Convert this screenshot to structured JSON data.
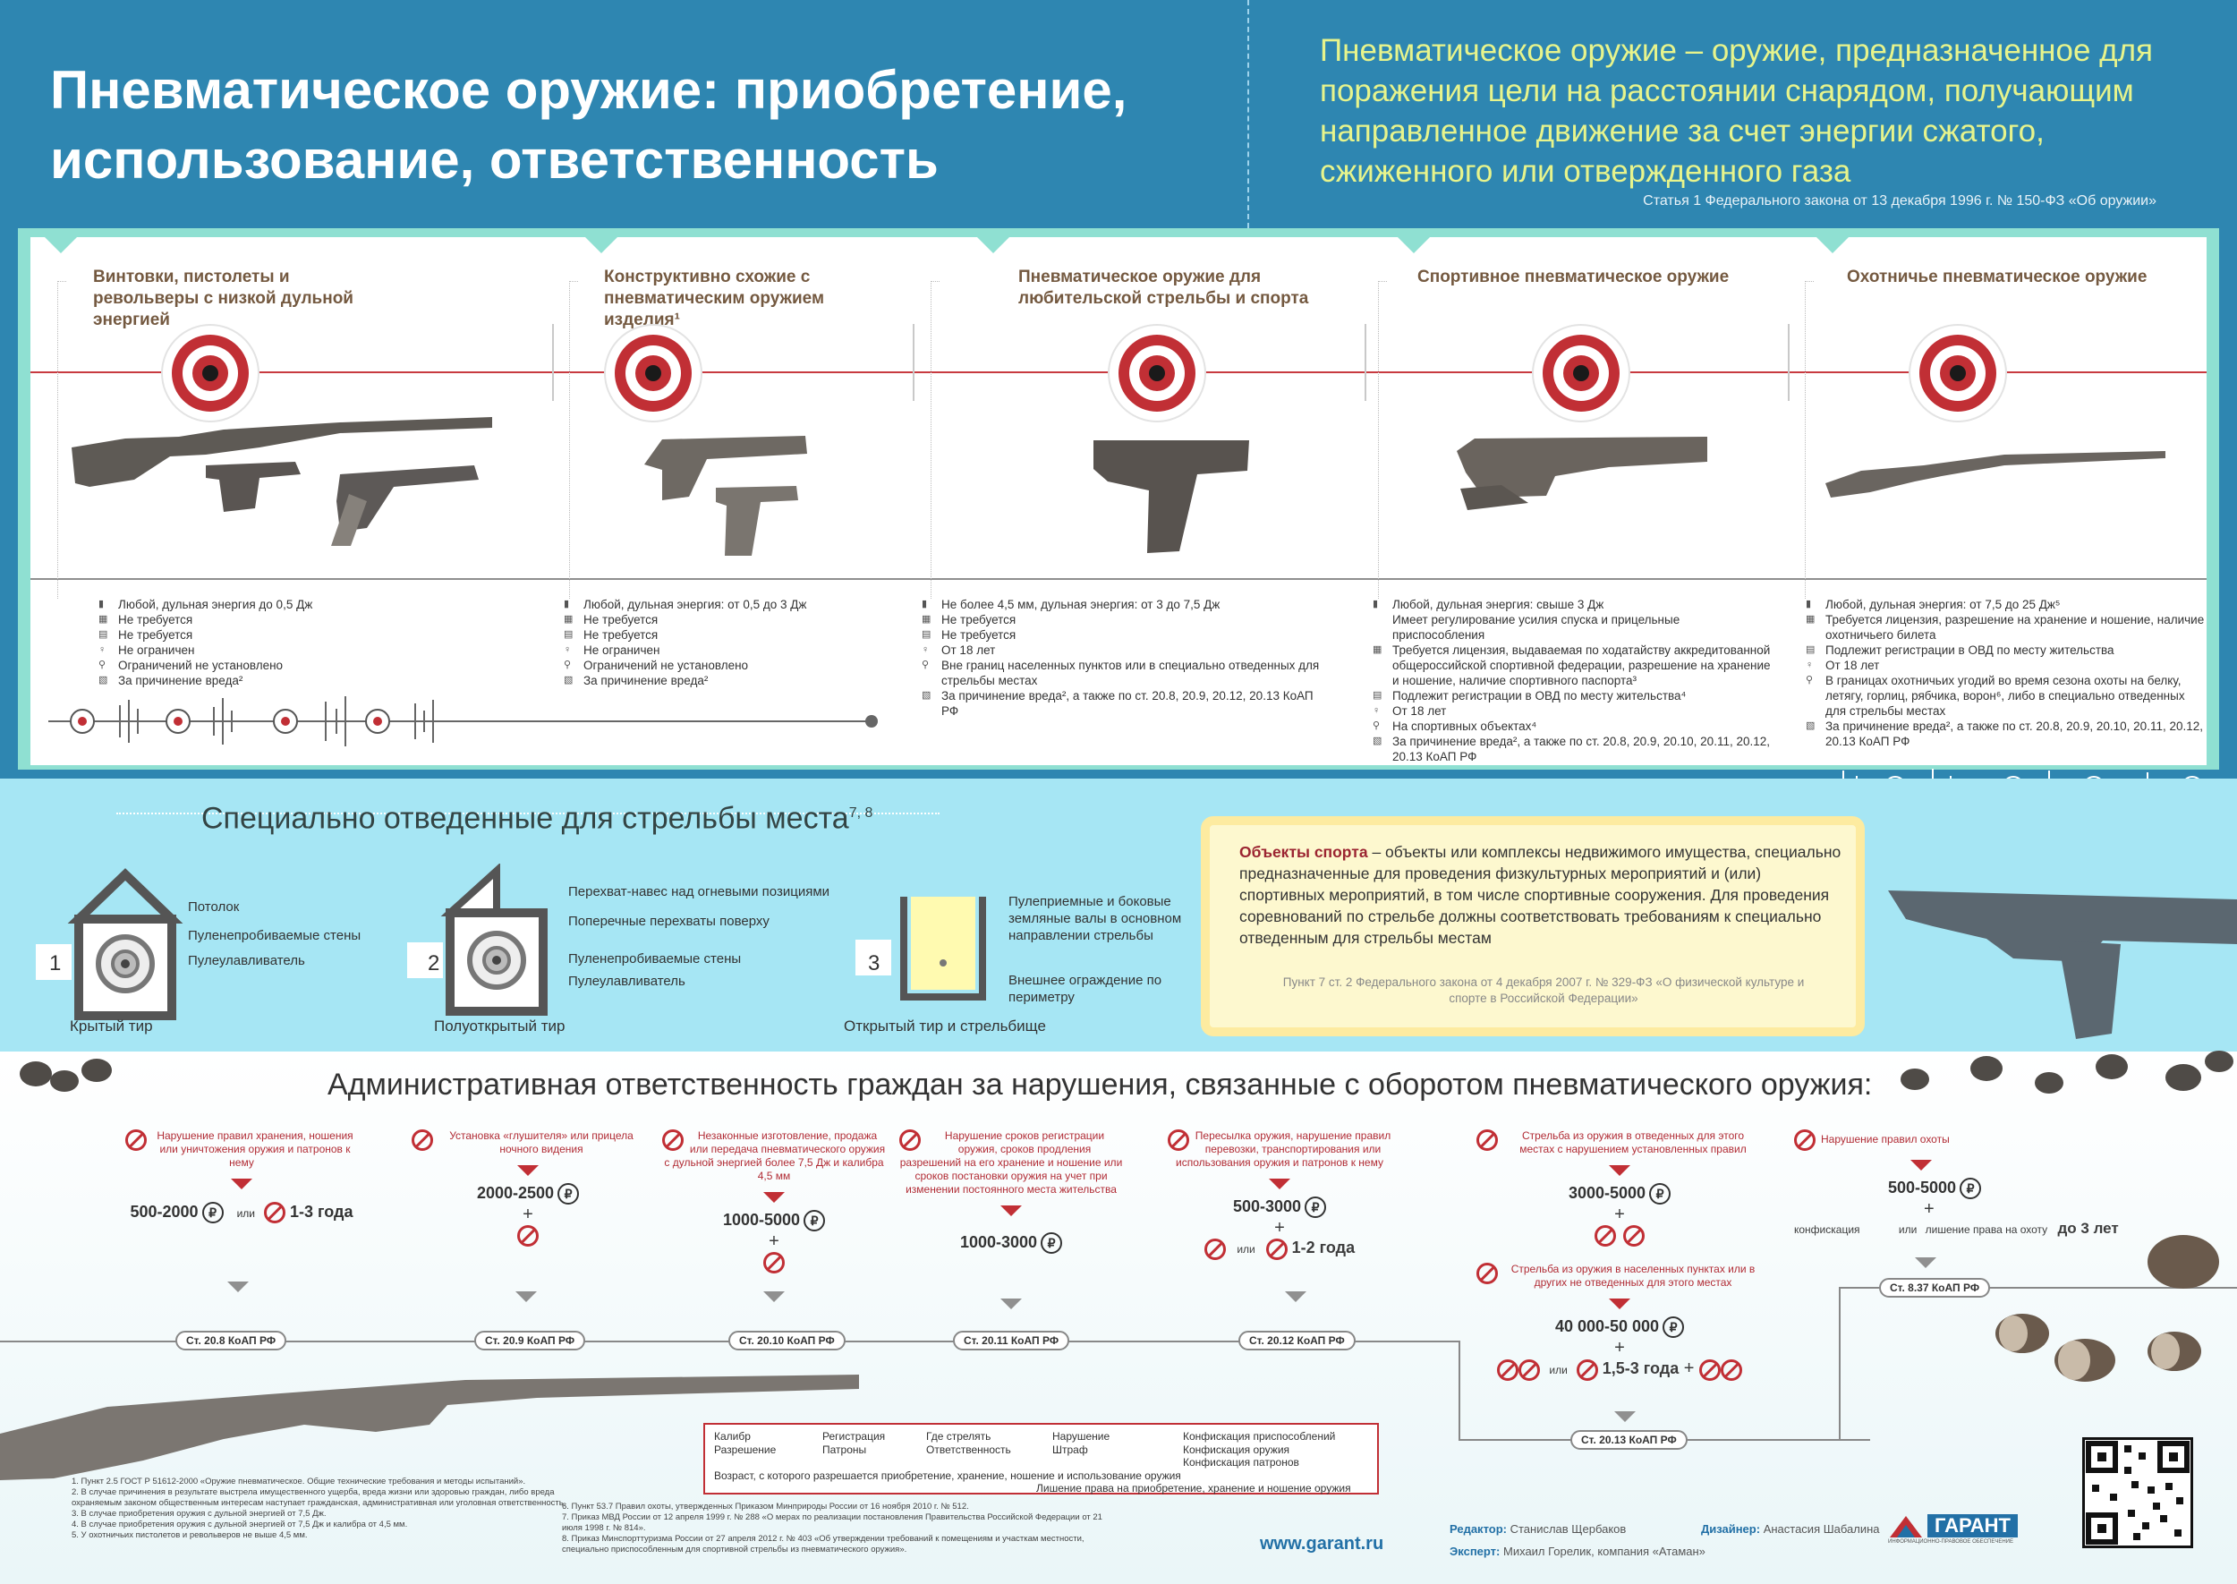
{
  "header": {
    "title": "Пневматическое оружие: приобретение, использование, ответственность",
    "definition": "Пневматическое оружие – оружие, предназначенное для поражения цели на расстоянии снарядом, получающим направленное движение за счет энергии сжатого, сжиженного или отвержденного газа",
    "source": "Статья 1 Федерального закона от 13 декабря 1996 г. № 150-ФЗ «Об оружии»"
  },
  "categories": [
    {
      "title": "Винтовки, пистолеты и револьверы с низкой дульной энергией",
      "facts": [
        "Любой, дульная энергия до 0,5 Дж",
        "Не требуется",
        "Не требуется",
        "Не ограничен",
        "Ограничений не установлено",
        "За причинение вреда²"
      ]
    },
    {
      "title": "Конструктивно схожие с пневматическим оружием изделия¹",
      "facts": [
        "Любой, дульная энергия: от 0,5 до 3 Дж",
        "Не требуется",
        "Не требуется",
        "Не ограничен",
        "Ограничений не установлено",
        "За причинение вреда²"
      ]
    },
    {
      "title": "Пневматическое оружие для любительской стрельбы и спорта",
      "facts": [
        "Не более 4,5 мм, дульная энергия: от 3 до 7,5 Дж",
        "Не требуется",
        "Не требуется",
        "От 18 лет",
        "Вне границ населенных пунктов или в специально отведенных для стрельбы местах",
        "За причинение вреда², а также по ст. 20.8, 20.9, 20.12, 20.13 КоАП РФ"
      ]
    },
    {
      "title": "Спортивное пневматическое оружие",
      "facts": [
        "Любой, дульная энергия: свыше 3 Дж",
        "Имеет регулирование усилия спуска и прицельные приспособления",
        "Требуется лицензия, выдаваемая по ходатайству аккредитованной общероссийской спортивной федерации, разрешение на хранение и ношение, наличие спортивного паспорта³",
        "Подлежит регистрации в ОВД по месту жительства⁴",
        "От 18 лет",
        "На спортивных объектах⁴",
        "За причинение вреда², а также по ст. 20.8, 20.9, 20.10, 20.11, 20.12, 20.13 КоАП РФ"
      ]
    },
    {
      "title": "Охотничье пневматическое оружие",
      "facts": [
        "Любой, дульная энергия: от 7,5 до 25 Дж⁵",
        "Требуется лицензия, разрешение на хранение и ношение, наличие охотничьего билета",
        "Подлежит регистрации в ОВД по месту жительства",
        "От 18 лет",
        "В границах охотничьих угодий во время сезона охоты на белку, летягу, горлиц, рябчика, ворон⁶, либо в специально отведенных для стрельбы местах",
        "За причинение вреда², а также по ст. 20.8, 20.9, 20.10, 20.11, 20.12, 20.13 КоАП РФ"
      ]
    }
  ],
  "places": {
    "title": "Специально отведенные для стрельбы места",
    "title_sup": "7, 8",
    "tir1": {
      "num": "1",
      "name": "Крытый тир",
      "labels": [
        "Потолок",
        "Пуленепробиваемые стены",
        "Пулеулавливатель"
      ]
    },
    "tir2": {
      "num": "2",
      "name": "Полуоткрытый тир",
      "labels": [
        "Перехват-навес над огневыми позициями",
        "Поперечные перехваты поверху",
        "Пуленепробиваемые стены",
        "Пулеулавливатель"
      ]
    },
    "tir3": {
      "num": "3",
      "name": "Открытый тир и стрельбище",
      "labels": [
        "Пулеприемные и боковые земляные валы в основном направлении стрельбы",
        "Внешнее ограждение по периметру"
      ]
    }
  },
  "sport_objects": {
    "term": "Объекты спорта",
    "text": " – объекты или комплексы недвижимого имущества, специально предназначенные для проведения физкультурных мероприятий и (или) спортивных мероприятий, в том числе спортивные сооружения. Для проведения соревнований по стрельбе должны соответствовать требованиям к специально отведенным для стрельбы местам",
    "source": "Пункт 7 ст. 2 Федерального закона от 4 декабря 2007 г. № 329-ФЗ «О физической культуре и спорте в Российской Федерации»"
  },
  "admin": {
    "title": "Административная ответственность граждан за нарушения, связанные с оборотом пневматического оружия:",
    "or": "или",
    "confiscation": "конфискация",
    "items": [
      {
        "violation": "Нарушение правил хранения, ношения или уничтожения оружия и патронов к нему",
        "amount": "500-2000",
        "extra": "1-3 года",
        "koap": "Ст. 20.8 КоАП РФ"
      },
      {
        "violation": "Установка «глушителя» или прицела ночного видения",
        "amount": "2000-2500",
        "koap": "Ст. 20.9 КоАП РФ"
      },
      {
        "violation": "Незаконные изготовление, продажа или передача пневматического оружия с дульной энергией более 7,5 Дж и калибра 4,5 мм",
        "amount": "1000-5000",
        "koap": "Ст. 20.10 КоАП РФ"
      },
      {
        "violation": "Нарушение сроков регистрации оружия, сроков продления разрешений на его хранение и ношение или сроков постановки оружия на учет при изменении постоянного места жительства",
        "amount": "1000-3000",
        "koap": "Ст. 20.11 КоАП РФ"
      },
      {
        "violation": "Пересылка оружия, нарушение правил перевозки, транспортирования или использования оружия и патронов к нему",
        "amount": "500-3000",
        "extra": "1-2 года",
        "koap": "Ст. 20.12 КоАП РФ"
      },
      {
        "violation": "Стрельба из оружия в отведенных для этого местах с нарушением установленных правил",
        "amount": "3000-5000",
        "violation2": "Стрельба из оружия в населенных пунктах или в других не отведенных для этого местах",
        "amount2": "40 000-50 000",
        "extra": "1,5-3 года",
        "koap": "Ст. 20.13 КоАП РФ"
      },
      {
        "violation": "Нарушение правил охоты",
        "amount": "500-5000",
        "extra_label": "лишение права на охоту",
        "extra": "до 3 лет",
        "koap": "Ст. 8.37 КоАП РФ"
      }
    ]
  },
  "legend": [
    "Калибр",
    "Регистрация",
    "Где стрелять",
    "Нарушение",
    "Конфискация приспособлений",
    "Разрешение",
    "Патроны",
    "Ответственность",
    "Штраф",
    "Конфискация оружия",
    "Конфискация патронов",
    "Возраст, с которого разрешается приобретение, хранение, ношение и использование оружия",
    "Лишение права на приобретение, хранение и ношение оружия"
  ],
  "footnotes_left": [
    "1. Пункт 2.5 ГОСТ Р 51612-2000 «Оружие пневматическое. Общие технические требования и методы испытаний».",
    "2. В случае причинения в результате выстрела имущественного ущерба, вреда жизни или здоровью граждан, либо вреда охраняемым законом общественным интересам наступает гражданская, административная или уголовная ответственность.",
    "3. В случае приобретения оружия с дульной энергией от 7,5 Дж.",
    "4. В случае приобретения оружия с дульной энергией от 7,5 Дж и калибра от 4,5 мм.",
    "5. У охотничьих пистолетов и револьверов не выше 4,5 мм."
  ],
  "footnotes_mid": [
    "6. Пункт 53.7 Правил охоты, утвержденных Приказом Минприроды России от 16 ноября 2010 г. № 512.",
    "7. Приказ МВД России от 12 апреля 1999 г. № 288 «О мерах по реализации постановления Правительства Российской Федерации от 21 июля 1998 г. № 814».",
    "8. Приказ Минспорттуризма России от 27 апреля 2012 г. № 403 «Об утверждении требований к помещениям и участкам местности, специально приспособленным для спортивной стрельбы из пневматического оружия»."
  ],
  "footer": {
    "site": "www.garant.ru",
    "editor_label": "Редактор:",
    "editor": "Станислав Щербаков",
    "designer_label": "Дизайнер:",
    "designer": "Анастасия Шабалина",
    "expert_label": "Эксперт:",
    "expert": "Михаил Горелик, компания «Атаман»",
    "brand": "ГАРАНТ",
    "brand_sub": "ИНФОРМАЦИОННО-ПРАВОВОЕ ОБЕСПЕЧЕНИЕ"
  },
  "colors": {
    "header_blue": "#2e86b1",
    "accent_red": "#c12f35",
    "definition_yellow": "#e7f48c",
    "mint": "#8fe0d2",
    "light_blue": "#a6e6f4"
  }
}
